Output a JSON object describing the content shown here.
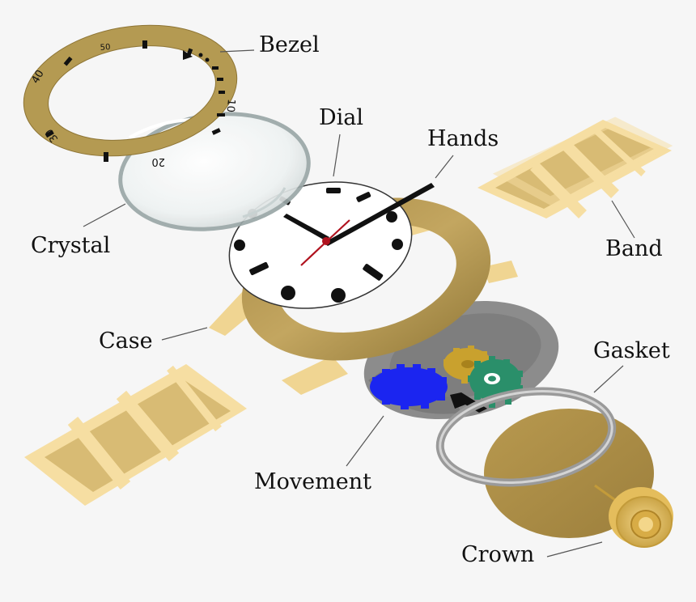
{
  "labels": {
    "bezel": "Bezel",
    "dial": "Dial",
    "hands": "Hands",
    "crystal": "Crystal",
    "band": "Band",
    "case": "Case",
    "gasket": "Gasket",
    "movement": "Movement",
    "crown": "Crown"
  },
  "bezel_markings": [
    "50",
    "40",
    "30",
    "20",
    "10"
  ],
  "colors": {
    "gold": "#b49a52",
    "gold_dark": "#8e7535",
    "band_light": "#f6dea2",
    "band_dark": "#d8bb74",
    "steel": "#8c8c8c",
    "gear_blue": "#1b25f0",
    "gear_green": "#2a8f6a",
    "gear_gold": "#c9a12e",
    "second_hand": "#b0121e"
  }
}
